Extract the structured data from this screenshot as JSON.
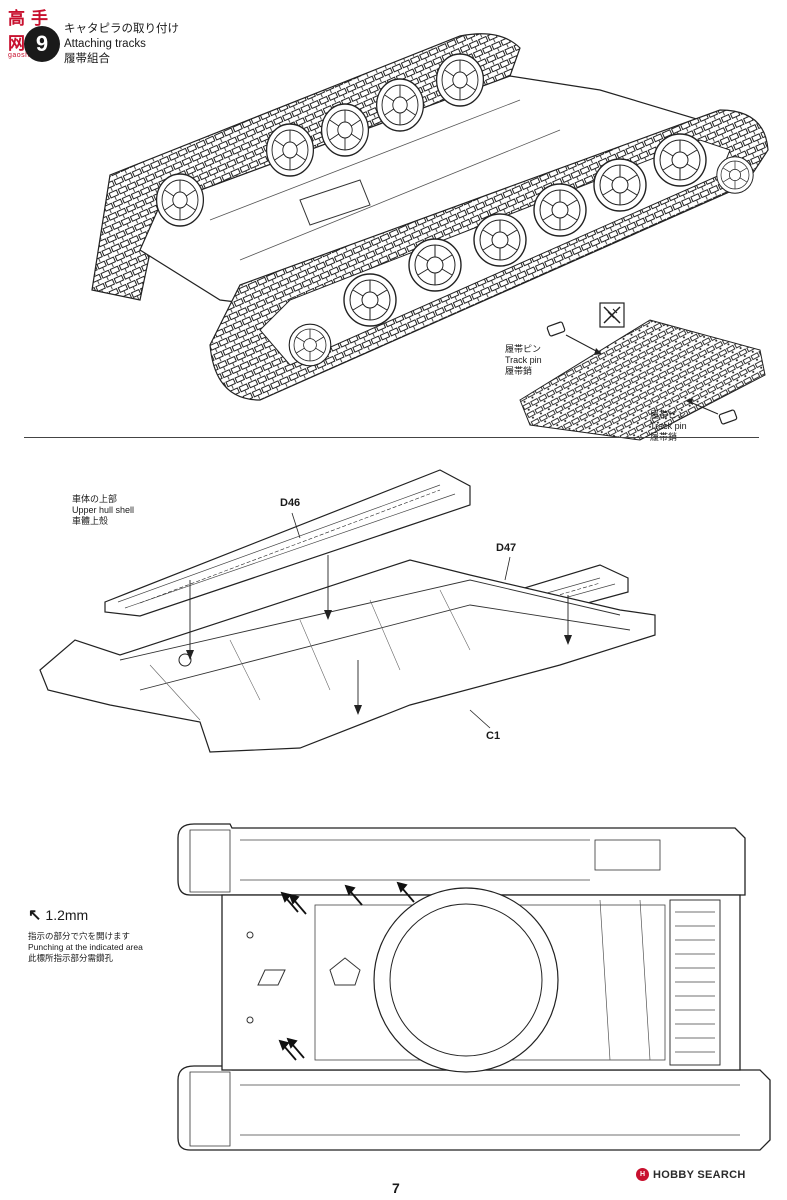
{
  "watermark_top": {
    "cn": "高手网",
    "url": "gaoshou.net"
  },
  "step": {
    "number": "9",
    "title_jp": "キャタピラの取り付け",
    "title_en": "Attaching tracks",
    "title_cn": "履帯組合"
  },
  "track_pin_labels": [
    {
      "jp": "履帯ピン",
      "en": "Track pin",
      "cn": "履帯銷"
    },
    {
      "jp": "履帯ピン",
      "en": "Track pin",
      "cn": "履帯銷"
    }
  ],
  "hull_label": {
    "jp": "車体の上部",
    "en": "Upper hull shell",
    "cn": "車體上殼"
  },
  "parts": {
    "d46": "D46",
    "d47": "D47",
    "c1": "C1"
  },
  "drill_note": {
    "size": "1.2mm",
    "jp": "指示の部分で穴を開けます",
    "en": "Punching at the indicated area",
    "cn": "此標所指示部分需鑽孔"
  },
  "watermark_bottom": {
    "text": "HOBBY SEARCH"
  },
  "page_number": "7"
}
